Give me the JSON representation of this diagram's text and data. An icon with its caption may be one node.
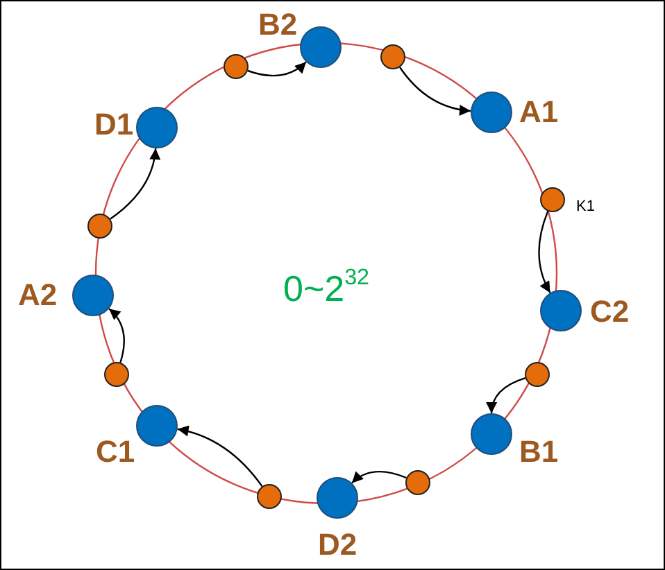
{
  "diagram": {
    "nodes": [
      {
        "text": [],
        "shape": "circle"
      },
      {
        "text": [],
        "shape": "circle",
        "beside": [
          "B2"
        ]
      },
      {
        "text": [],
        "shape": "circle"
      },
      {
        "text": [],
        "shape": "circle",
        "beside": [
          "D1"
        ]
      },
      {
        "text": [],
        "shape": "circle",
        "beside": [
          "A1"
        ]
      },
      {
        "text": [],
        "shape": "circle",
        "beside": [
          "K1"
        ]
      },
      {
        "text": [],
        "shape": "circle"
      },
      {
        "text": [],
        "shape": "circle",
        "beside": [
          "A2"
        ]
      },
      {
        "text": [],
        "shape": "circle",
        "beside": [
          "C2"
        ]
      },
      {
        "text": [],
        "shape": "circle"
      },
      {
        "text": [],
        "shape": "circle"
      },
      {
        "text": [],
        "shape": "circle",
        "beside": [
          "C1"
        ]
      },
      {
        "text": [],
        "shape": "circle",
        "beside": [
          "B1"
        ]
      },
      {
        "text": [],
        "shape": "circle"
      },
      {
        "text": [],
        "shape": "circle",
        "beside": [
          "D2"
        ]
      },
      {
        "text": [],
        "shape": "circle"
      }
    ],
    "edges": [
      {
        "from": 0,
        "to": 1,
        "arrow": "to"
      },
      {
        "from": 2,
        "to": 4,
        "arrow": "to"
      },
      {
        "from": 5,
        "to": 8,
        "arrow": "to"
      },
      {
        "from": 6,
        "to": 3,
        "arrow": "to"
      },
      {
        "from": 9,
        "to": 7,
        "arrow": "to"
      },
      {
        "from": 10,
        "to": 12,
        "arrow": "to"
      },
      {
        "from": 13,
        "to": 11,
        "arrow": "to"
      },
      {
        "from": 15,
        "to": 14,
        "arrow": "to"
      }
    ],
    "labels": [
      "0~2$^{32}$"
    ]
  }
}
